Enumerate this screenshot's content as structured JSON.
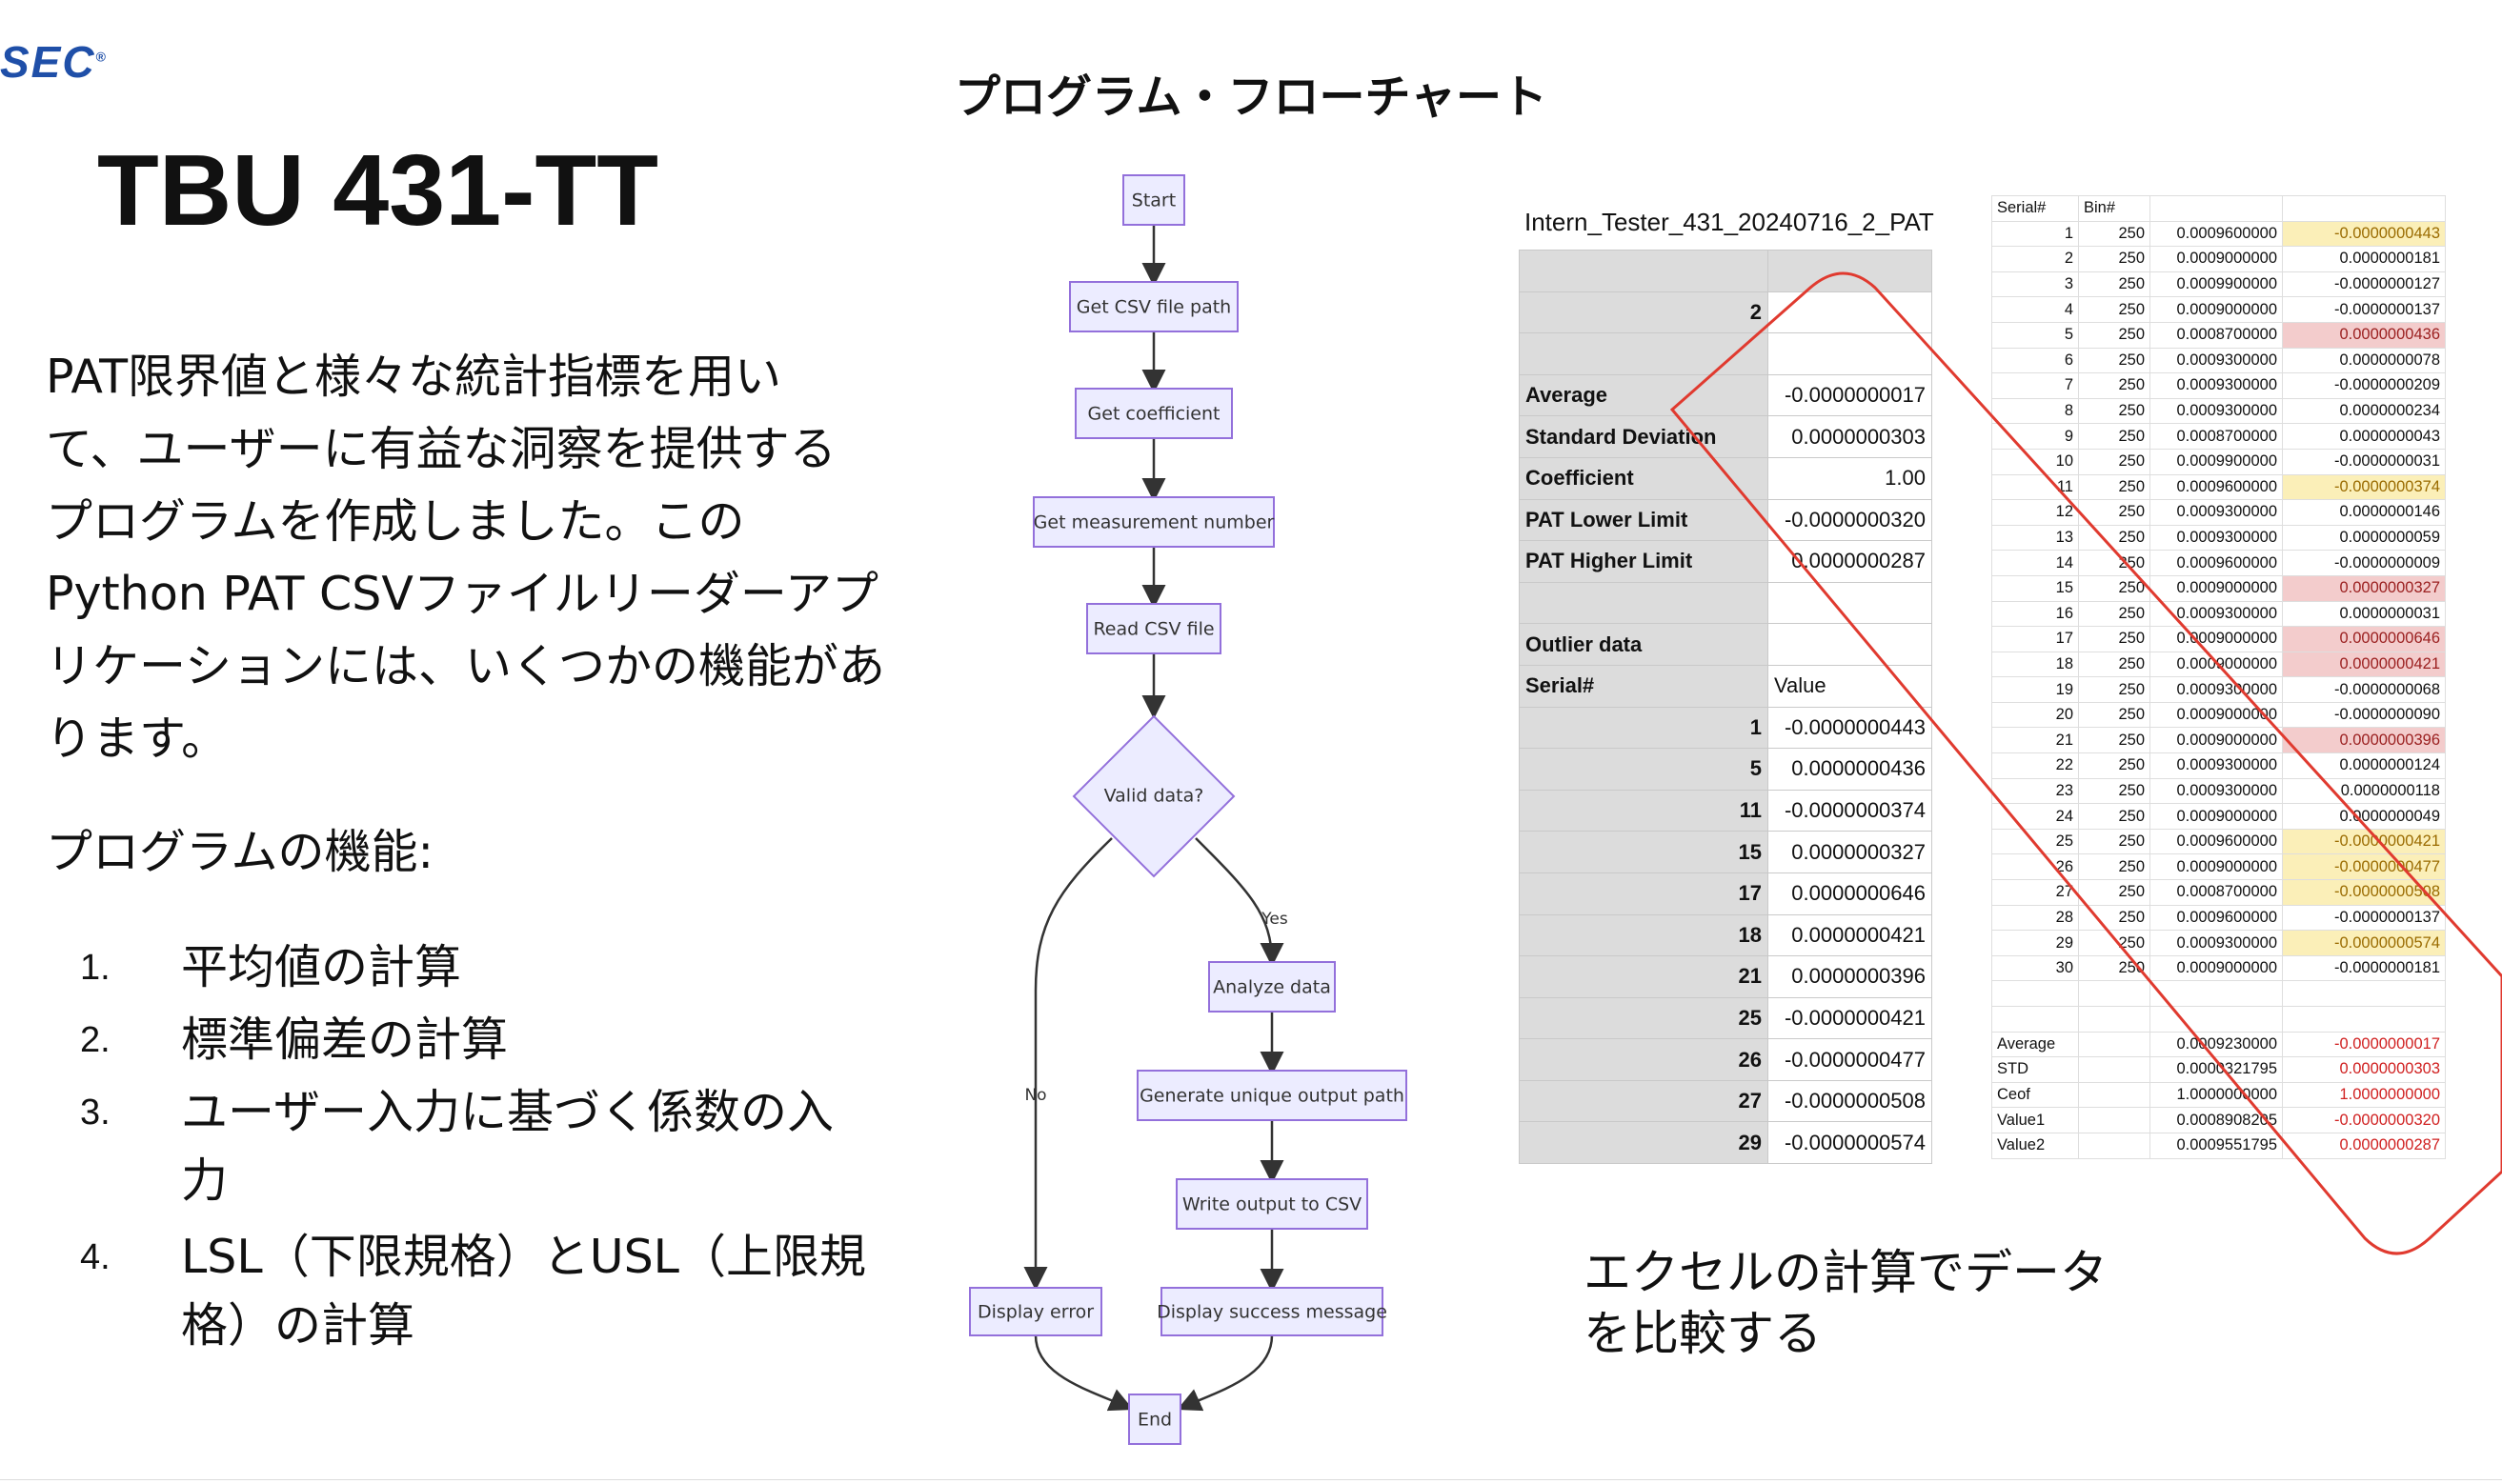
{
  "logo": {
    "text": "SEC",
    "mark": "®"
  },
  "main_title": "プログラム・フローチャート",
  "device_title": "TBU 431-TT",
  "intro_lines": [
    "PAT限界値と様々な統計指標を用い",
    "て、ユーザーに有益な洞察を提供する",
    "プログラムを作成しました。この",
    "Python PAT CSVファイルリーダーアプ",
    "リケーションには、いくつかの機能があ",
    "ります。"
  ],
  "features_heading": "プログラムの機能:",
  "features": [
    {
      "num": "1.",
      "lines": [
        "平均値の計算"
      ]
    },
    {
      "num": "2.",
      "lines": [
        "標準偏差の計算"
      ]
    },
    {
      "num": "3.",
      "lines": [
        "ユーザー入力に基づく係数の入",
        "力"
      ]
    },
    {
      "num": "4.",
      "lines": [
        "LSL（下限規格）とUSL（上限規",
        "格）の計算"
      ]
    }
  ],
  "flowchart": {
    "nodes": {
      "start": "Start",
      "get_path": "Get CSV file path",
      "get_coef": "Get coefficient",
      "get_meas": "Get measurement number",
      "read_csv": "Read CSV file",
      "valid": "Valid data?",
      "analyze": "Analyze data",
      "gen_path": "Generate unique output path",
      "write_csv": "Write output to CSV",
      "display_error": "Display error",
      "display_success": "Display success message",
      "end": "End"
    },
    "edge_yes": "Yes",
    "edge_no": "No"
  },
  "excel_title": "Intern_Tester_431_20240716_2_PAT",
  "summary_rows": [
    {
      "label": "",
      "value": ""
    },
    {
      "label": "2",
      "value": "",
      "num": true
    },
    {
      "label": "",
      "value": ""
    },
    {
      "label": "Average",
      "value": "-0.0000000017"
    },
    {
      "label": "Standard Deviation",
      "value": "0.0000000303"
    },
    {
      "label": "Coefficient",
      "value": "1.00"
    },
    {
      "label": "PAT Lower Limit",
      "value": "-0.0000000320"
    },
    {
      "label": "PAT Higher Limit",
      "value": "0.0000000287"
    },
    {
      "label": "",
      "value": ""
    },
    {
      "label": "Outlier data",
      "value": ""
    },
    {
      "label": "Serial#",
      "value": "Value",
      "vleft": true
    },
    {
      "label": "1",
      "value": "-0.0000000443",
      "num": true
    },
    {
      "label": "5",
      "value": "0.0000000436",
      "num": true
    },
    {
      "label": "11",
      "value": "-0.0000000374",
      "num": true
    },
    {
      "label": "15",
      "value": "0.0000000327",
      "num": true
    },
    {
      "label": "17",
      "value": "0.0000000646",
      "num": true
    },
    {
      "label": "18",
      "value": "0.0000000421",
      "num": true
    },
    {
      "label": "21",
      "value": "0.0000000396",
      "num": true
    },
    {
      "label": "25",
      "value": "-0.0000000421",
      "num": true
    },
    {
      "label": "26",
      "value": "-0.0000000477",
      "num": true
    },
    {
      "label": "27",
      "value": "-0.0000000508",
      "num": true
    },
    {
      "label": "29",
      "value": "-0.0000000574",
      "num": true
    }
  ],
  "sheet_headers": [
    "Serial#",
    "Bin#",
    "",
    ""
  ],
  "sheet_rows": [
    [
      "1",
      "250",
      "0.0009600000",
      "-0.0000000443",
      "y"
    ],
    [
      "2",
      "250",
      "0.0009000000",
      "0.0000000181",
      ""
    ],
    [
      "3",
      "250",
      "0.0009900000",
      "-0.0000000127",
      ""
    ],
    [
      "4",
      "250",
      "0.0009000000",
      "-0.0000000137",
      ""
    ],
    [
      "5",
      "250",
      "0.0008700000",
      "0.0000000436",
      "p"
    ],
    [
      "6",
      "250",
      "0.0009300000",
      "0.0000000078",
      ""
    ],
    [
      "7",
      "250",
      "0.0009300000",
      "-0.0000000209",
      ""
    ],
    [
      "8",
      "250",
      "0.0009300000",
      "0.0000000234",
      ""
    ],
    [
      "9",
      "250",
      "0.0008700000",
      "0.0000000043",
      ""
    ],
    [
      "10",
      "250",
      "0.0009900000",
      "-0.0000000031",
      ""
    ],
    [
      "11",
      "250",
      "0.0009600000",
      "-0.0000000374",
      "y"
    ],
    [
      "12",
      "250",
      "0.0009300000",
      "0.0000000146",
      ""
    ],
    [
      "13",
      "250",
      "0.0009300000",
      "0.0000000059",
      ""
    ],
    [
      "14",
      "250",
      "0.0009600000",
      "-0.0000000009",
      ""
    ],
    [
      "15",
      "250",
      "0.0009000000",
      "0.0000000327",
      "p"
    ],
    [
      "16",
      "250",
      "0.0009300000",
      "0.0000000031",
      ""
    ],
    [
      "17",
      "250",
      "0.0009000000",
      "0.0000000646",
      "p"
    ],
    [
      "18",
      "250",
      "0.0009000000",
      "0.0000000421",
      "p"
    ],
    [
      "19",
      "250",
      "0.0009300000",
      "-0.0000000068",
      ""
    ],
    [
      "20",
      "250",
      "0.0009000000",
      "-0.0000000090",
      ""
    ],
    [
      "21",
      "250",
      "0.0009000000",
      "0.0000000396",
      "p"
    ],
    [
      "22",
      "250",
      "0.0009300000",
      "0.0000000124",
      ""
    ],
    [
      "23",
      "250",
      "0.0009300000",
      "0.0000000118",
      ""
    ],
    [
      "24",
      "250",
      "0.0009000000",
      "0.0000000049",
      ""
    ],
    [
      "25",
      "250",
      "0.0009600000",
      "-0.0000000421",
      "y"
    ],
    [
      "26",
      "250",
      "0.0009000000",
      "-0.0000000477",
      "y"
    ],
    [
      "27",
      "250",
      "0.0008700000",
      "-0.0000000508",
      "y"
    ],
    [
      "28",
      "250",
      "0.0009600000",
      "-0.0000000137",
      ""
    ],
    [
      "29",
      "250",
      "0.0009300000",
      "-0.0000000574",
      "y"
    ],
    [
      "30",
      "250",
      "0.0009000000",
      "-0.0000000181",
      ""
    ]
  ],
  "sheet_stats": [
    [
      "Average",
      "0.0009230000",
      "-0.0000000017"
    ],
    [
      "STD",
      "0.0000321795",
      "0.0000000303"
    ],
    [
      "Ceof",
      "1.0000000000",
      "1.0000000000"
    ],
    [
      "Value1",
      "0.0008908205",
      "-0.0000000320"
    ],
    [
      "Value2",
      "0.0009551795",
      "0.0000000287"
    ]
  ],
  "compare_note_lines": [
    "エクセルの計算でデータ",
    "を比較する"
  ],
  "colors": {
    "flow_fill": "#ececff",
    "flow_stroke": "#9370db",
    "highlight_yellow": "#fbefb8",
    "highlight_pink": "#f3cccc",
    "annotation_red": "#e03a2f",
    "logo_blue": "#1f4fa8"
  }
}
